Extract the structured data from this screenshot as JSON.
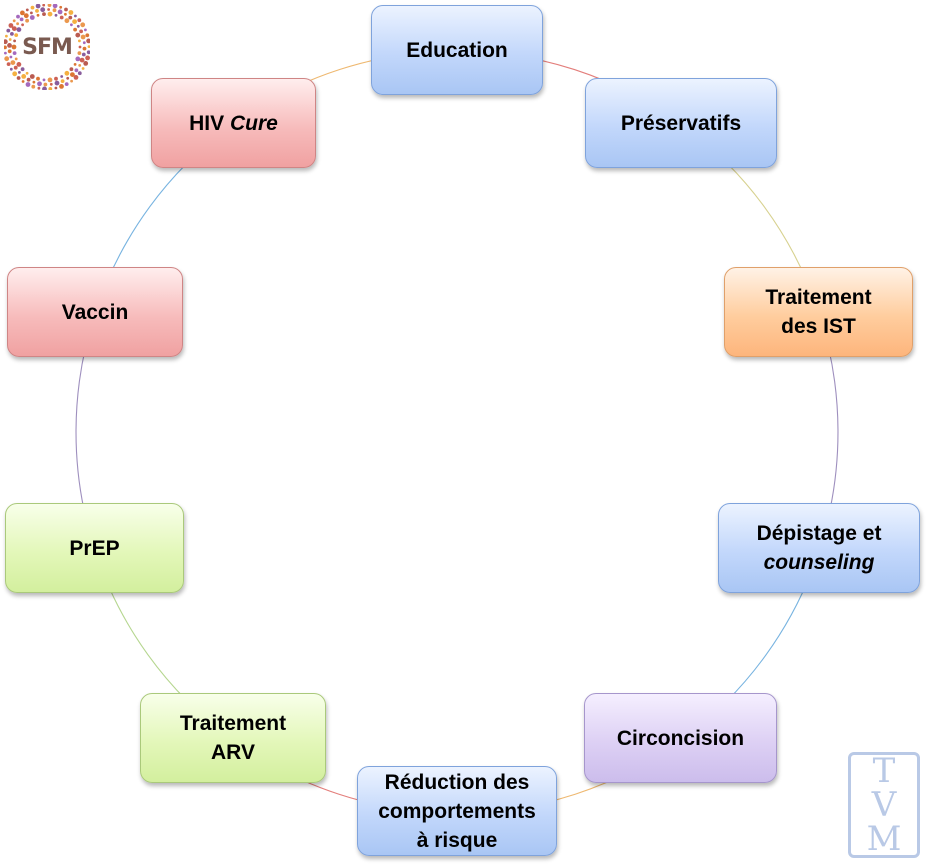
{
  "diagram": {
    "type": "cycle",
    "nodes": [
      {
        "id": "education",
        "lines": [
          {
            "segments": [
              {
                "text": "Education",
                "italic": false
              }
            ]
          }
        ],
        "color": "blue"
      },
      {
        "id": "preservatifs",
        "lines": [
          {
            "segments": [
              {
                "text": "Préservatifs",
                "italic": false
              }
            ]
          }
        ],
        "color": "blue"
      },
      {
        "id": "traitement-ist",
        "lines": [
          {
            "segments": [
              {
                "text": "Traitement",
                "italic": false
              }
            ]
          },
          {
            "segments": [
              {
                "text": "des IST",
                "italic": false
              }
            ]
          }
        ],
        "color": "orange"
      },
      {
        "id": "depistage",
        "lines": [
          {
            "segments": [
              {
                "text": "Dépistage et",
                "italic": false
              }
            ]
          },
          {
            "segments": [
              {
                "text": "counseling",
                "italic": true
              }
            ]
          }
        ],
        "color": "blue"
      },
      {
        "id": "circoncision",
        "lines": [
          {
            "segments": [
              {
                "text": "Circoncision",
                "italic": false
              }
            ]
          }
        ],
        "color": "purple"
      },
      {
        "id": "reduction",
        "lines": [
          {
            "segments": [
              {
                "text": "Réduction des",
                "italic": false
              }
            ]
          },
          {
            "segments": [
              {
                "text": "comportements",
                "italic": false
              }
            ]
          },
          {
            "segments": [
              {
                "text": "à risque",
                "italic": false
              }
            ]
          }
        ],
        "color": "blue"
      },
      {
        "id": "traitement-arv",
        "lines": [
          {
            "segments": [
              {
                "text": "Traitement",
                "italic": false
              }
            ]
          },
          {
            "segments": [
              {
                "text": "ARV",
                "italic": false
              }
            ]
          }
        ],
        "color": "green"
      },
      {
        "id": "prep",
        "lines": [
          {
            "segments": [
              {
                "text": "PrEP",
                "italic": false
              }
            ]
          }
        ],
        "color": "green"
      },
      {
        "id": "vaccin",
        "lines": [
          {
            "segments": [
              {
                "text": "Vaccin",
                "italic": false
              }
            ]
          }
        ],
        "color": "red"
      },
      {
        "id": "hiv-cure",
        "lines": [
          {
            "segments": [
              {
                "text": "HIV ",
                "italic": false
              },
              {
                "text": "Cure",
                "italic": true
              }
            ]
          }
        ],
        "color": "red"
      }
    ],
    "arc_colors": [
      "#d9534f",
      "#c9c26a",
      "#7e6aa8",
      "#4a9ad6",
      "#e8a040",
      "#d9534f",
      "#9cc86a",
      "#7e6aa8",
      "#4a9ad6",
      "#e8a040"
    ]
  },
  "logos": {
    "sfm": {
      "text": "SFM"
    },
    "tvm": {
      "letters": [
        "T",
        "V",
        "M"
      ]
    }
  }
}
